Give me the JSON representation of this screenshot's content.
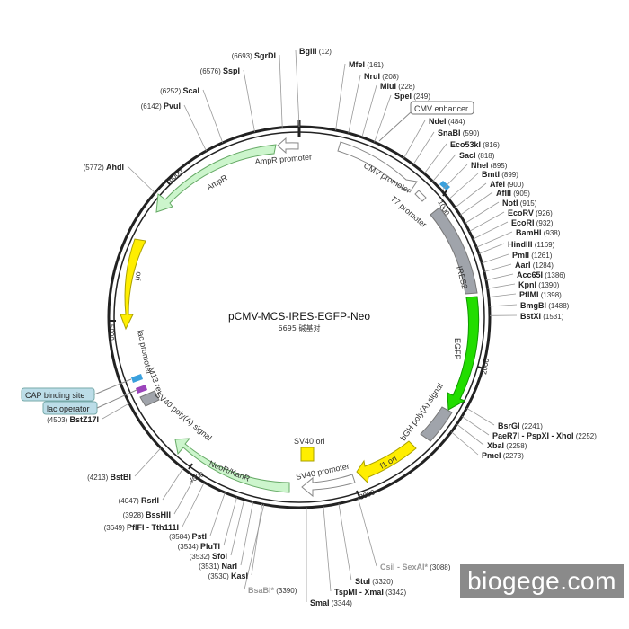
{
  "plasmid": {
    "name": "pCMV-MCS-IRES-EGFP-Neo",
    "size_label": "6695 碱基对",
    "length_bp": 6695
  },
  "colors": {
    "backbone": "#222222",
    "ampr": "#ccf5cc",
    "ori": "#ffee00",
    "egfp": "#22dd00",
    "ires": "#a0a4ab",
    "neo": "#ccf5cc",
    "f1ori": "#ffee00",
    "mcs_highlight": "#3aa0dd",
    "feature_box": "#bcdde8"
  },
  "ticks": [
    {
      "label": "1000",
      "pos": 1000
    },
    {
      "label": "2000",
      "pos": 2000
    },
    {
      "label": "3000",
      "pos": 3000
    },
    {
      "label": "4000",
      "pos": 4000
    },
    {
      "label": "5000",
      "pos": 5000
    },
    {
      "label": "6000",
      "pos": 6000
    }
  ],
  "features": [
    {
      "label": "CMV promoter",
      "type": "arrow-outline"
    },
    {
      "label": "T7 promoter",
      "type": "arrow-outline"
    },
    {
      "label": "IRES2",
      "type": "bar"
    },
    {
      "label": "EGFP",
      "type": "arrow"
    },
    {
      "label": "bGH poly(A) signal",
      "type": "bar"
    },
    {
      "label": "f1 ori",
      "type": "arrow"
    },
    {
      "label": "SV40 promoter",
      "type": "arrow-outline"
    },
    {
      "label": "SV40 ori",
      "type": "box"
    },
    {
      "label": "NeoR/KanR",
      "type": "arrow"
    },
    {
      "label": "SV40 poly(A) signal",
      "type": "bar"
    },
    {
      "label": "lac promoter",
      "type": "text"
    },
    {
      "label": "M13 rev",
      "type": "text"
    },
    {
      "label": "ori",
      "type": "arrow"
    },
    {
      "label": "AmpR",
      "type": "arrow"
    },
    {
      "label": "AmpR promoter",
      "type": "arrow-outline"
    }
  ],
  "boxed_labels": [
    {
      "label": "CMV enhancer"
    },
    {
      "label": "CAP binding site"
    },
    {
      "label": "lac operator"
    }
  ],
  "sites": {
    "top": [
      {
        "name": "BglII",
        "pos": "(12)"
      },
      {
        "name": "MfeI",
        "pos": "(161)"
      },
      {
        "name": "NruI",
        "pos": "(208)"
      },
      {
        "name": "MluI",
        "pos": "(228)"
      },
      {
        "name": "SpeI",
        "pos": "(249)"
      },
      {
        "name": "NdeI",
        "pos": "(484)"
      },
      {
        "name": "SnaBI",
        "pos": "(590)"
      }
    ],
    "mcs": [
      {
        "name": "Eco53kI",
        "pos": "(816)"
      },
      {
        "name": "SacI",
        "pos": "(818)"
      },
      {
        "name": "NheI",
        "pos": "(895)"
      },
      {
        "name": "BmtI",
        "pos": "(899)"
      },
      {
        "name": "AfeI",
        "pos": "(900)"
      },
      {
        "name": "AflII",
        "pos": "(905)"
      },
      {
        "name": "NotI",
        "pos": "(915)"
      },
      {
        "name": "EcoRV",
        "pos": "(926)"
      },
      {
        "name": "EcoRI",
        "pos": "(932)"
      },
      {
        "name": "BamHI",
        "pos": "(938)"
      }
    ],
    "right": [
      {
        "name": "HindIII",
        "pos": "(1169)"
      },
      {
        "name": "PmlI",
        "pos": "(1261)"
      },
      {
        "name": "AarI",
        "pos": "(1284)"
      },
      {
        "name": "Acc65I",
        "pos": "(1386)"
      },
      {
        "name": "KpnI",
        "pos": "(1390)"
      },
      {
        "name": "PflMI",
        "pos": "(1398)"
      },
      {
        "name": "BmgBI",
        "pos": "(1488)"
      },
      {
        "name": "BstXI",
        "pos": "(1531)"
      }
    ],
    "right_lower": [
      {
        "name": "BsrGI",
        "pos": "(2241)"
      },
      {
        "name": "PaeR7I - PspXI - XhoI",
        "pos": "(2252)"
      },
      {
        "name": "XbaI",
        "pos": "(2258)"
      },
      {
        "name": "PmeI",
        "pos": "(2273)"
      }
    ],
    "bottom": [
      {
        "name": "CsiI - SexAI*",
        "pos": "(3088)"
      },
      {
        "name": "StuI",
        "pos": "(3320)"
      },
      {
        "name": "TspMI - XmaI",
        "pos": "(3342)"
      },
      {
        "name": "SmaI",
        "pos": "(3344)"
      },
      {
        "name": "BsaBI*",
        "pos": "(3390)"
      }
    ],
    "left_lower": [
      {
        "name": "KasI",
        "pos": "(3530)"
      },
      {
        "name": "NarI",
        "pos": "(3531)"
      },
      {
        "name": "SfoI",
        "pos": "(3532)"
      },
      {
        "name": "PluTI",
        "pos": "(3534)"
      },
      {
        "name": "PstI",
        "pos": "(3584)"
      },
      {
        "name": "PflFI - Tth111I",
        "pos": "(3649)"
      },
      {
        "name": "BssHII",
        "pos": "(3928)"
      },
      {
        "name": "RsrII",
        "pos": "(4047)"
      },
      {
        "name": "BstBI",
        "pos": "(4213)"
      },
      {
        "name": "BstZ17I",
        "pos": "(4503)"
      }
    ],
    "left_upper": [
      {
        "name": "AhdI",
        "pos": "(5772)"
      },
      {
        "name": "PvuI",
        "pos": "(6142)"
      },
      {
        "name": "ScaI",
        "pos": "(6252)"
      },
      {
        "name": "SspI",
        "pos": "(6576)"
      },
      {
        "name": "SgrDI",
        "pos": "(6693)"
      }
    ]
  },
  "watermark": "biogege.com"
}
